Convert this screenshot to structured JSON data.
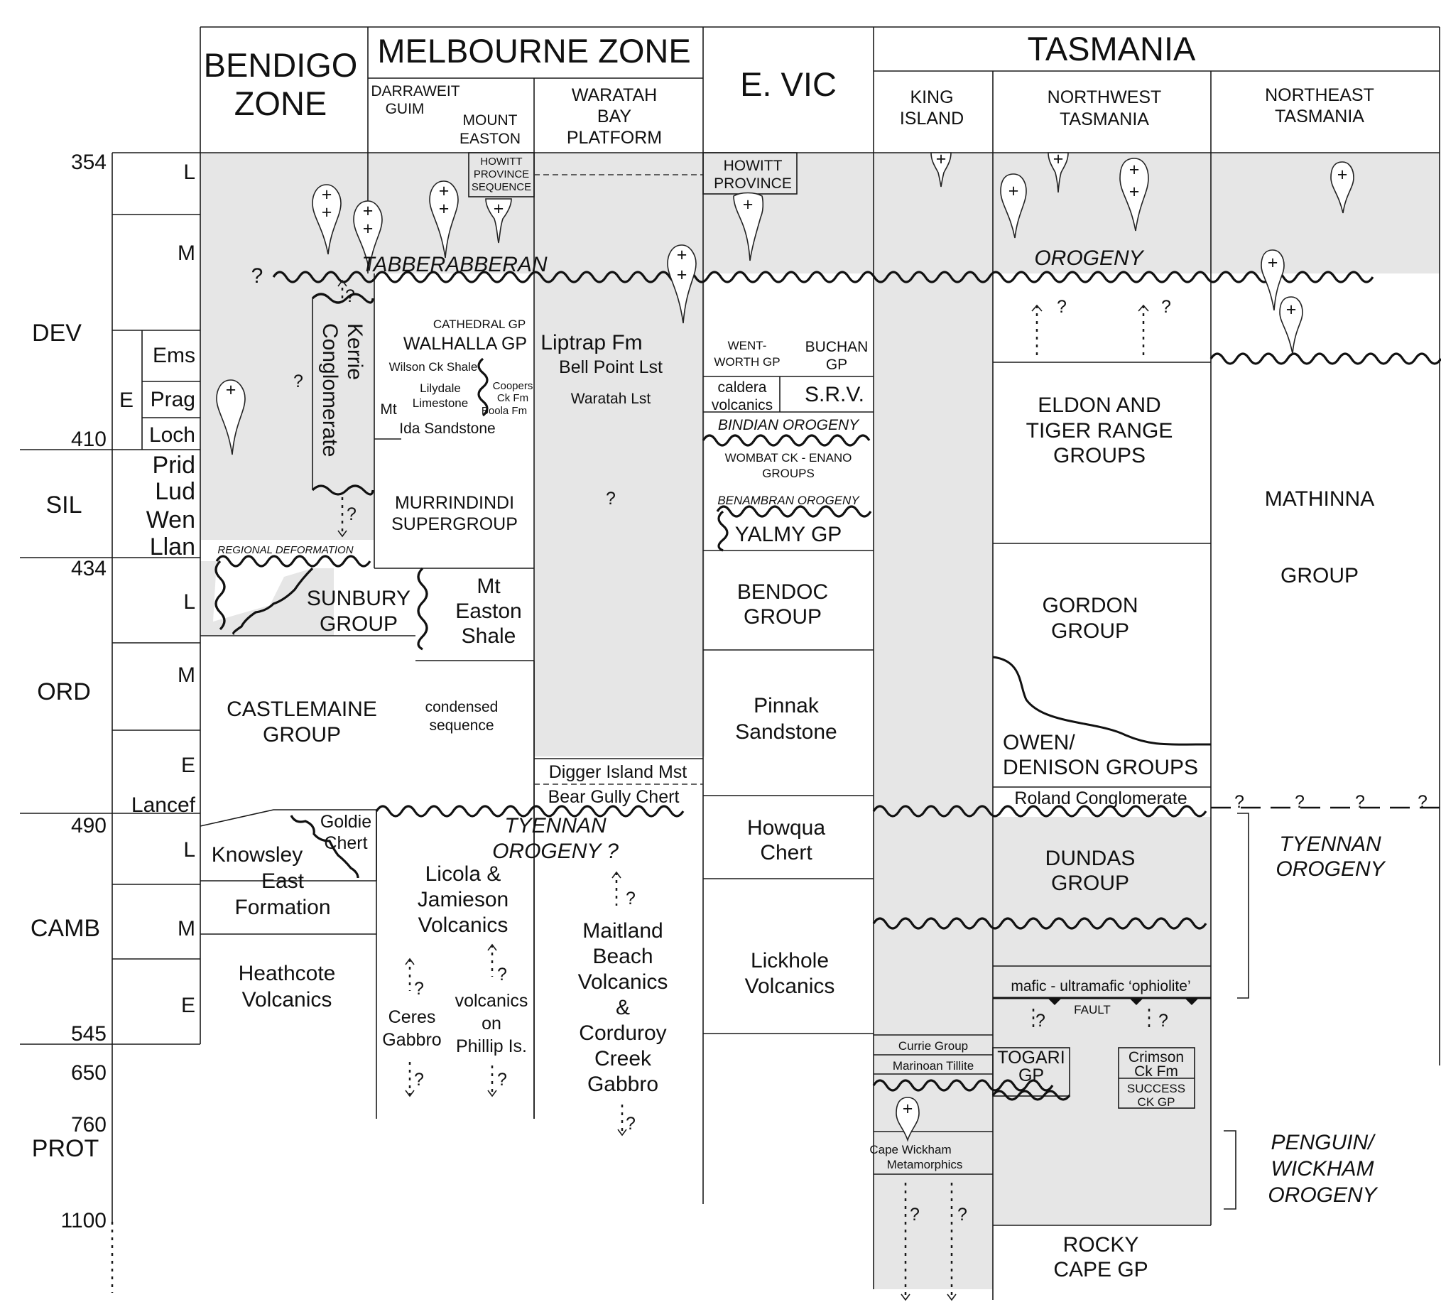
{
  "regions": {
    "bendigo": "BENDIGO ZONE",
    "melbourne": "MELBOURNE ZONE",
    "evic": "E. VIC",
    "tasmania": "TASMANIA"
  },
  "subregions": {
    "darraweit": "DARRAWEIT GUIM",
    "mount_easton": "MOUNT EASTON",
    "waratah": "WARATAH BAY PLATFORM",
    "king_island": "KING ISLAND",
    "nw_tas": "NORTHWEST TASMANIA",
    "ne_tas": "NORTHEAST TASMANIA"
  },
  "time_scale": {
    "ages_ma": [
      "354",
      "410",
      "434",
      "490",
      "545",
      "650",
      "760",
      "1100"
    ],
    "periods": [
      "DEV",
      "SIL",
      "ORD",
      "CAMB",
      "PROT"
    ],
    "epochs": [
      "L",
      "M",
      "E",
      "L",
      "M",
      "E",
      "L",
      "M",
      "E"
    ],
    "stages": [
      "Ems",
      "Prag",
      "Loch",
      "Prid",
      "Lud",
      "Wen",
      "Llan",
      "Lancef"
    ]
  },
  "orogenies": {
    "tabberabberan": "TABBERABBERAN",
    "orogeny": "OROGENY",
    "tyennan_q": "TYENNAN OROGENY ?",
    "tyennan": "TYENNAN OROGENY",
    "penguin": "PENGUIN/ WICKHAM OROGENY",
    "bindian": "BINDIAN OROGENY",
    "benambran": "BENAMBRAN OROGENY",
    "regional_def": "REGIONAL DEFORMATION",
    "fault": "FAULT"
  },
  "units": {
    "howitt_seq": "HOWITT PROVINCE SEQUENCE",
    "howitt_prov": "HOWITT PROVINCE",
    "kerrie": "Kerrie Conglomerate",
    "cathedral": "CATHEDRAL GP",
    "walhalla": "WALHALLA GP",
    "wilson": "Wilson Ck Shale",
    "lilydale": "Lilydale Limestone",
    "coopers": "Coopers Ck Fm",
    "boola": "Boola Fm",
    "mt_ida": "Mt Ida Sandstone",
    "liptrap": "Liptrap Fm",
    "bell_point": "Bell Point Lst",
    "waratah_lst": "Waratah Lst",
    "wentworth": "WENT- WORTH GP",
    "buchan": "BUCHAN GP",
    "caldera": "caldera volcanics",
    "srv": "S.R.V.",
    "wombat": "WOMBAT CK - ENANO GROUPS",
    "yalmy": "YALMY GP",
    "bendoc": "BENDOC GROUP",
    "pinnak": "Pinnak Sandstone",
    "howqua": "Howqua Chert",
    "lickhole": "Lickhole Volcanics",
    "murrindindi": "MURRINDINDI SUPERGROUP",
    "sunbury": "SUNBURY GROUP",
    "mt_easton_shale": "Mt Easton Shale",
    "castlemaine": "CASTLEMAINE GROUP",
    "condensed": "condensed sequence",
    "digger": "Digger Island Mst",
    "bear_gully": "Bear Gully Chert",
    "knowsley": "Knowsley East Formation",
    "goldie": "Goldie Chert",
    "heathcote": "Heathcote Volcanics",
    "licola": "Licola & Jamieson Volcanics",
    "ceres": "Ceres Gabbro",
    "phillip": "volcanics on Phillip Is.",
    "maitland": "Maitland Beach Volcanics & Corduroy Creek Gabbro",
    "eldon": "ELDON AND TIGER RANGE GROUPS",
    "gordon": "GORDON GROUP",
    "owen": "OWEN/ DENISON GROUPS",
    "roland": "Roland Conglomerate",
    "dundas": "DUNDAS GROUP",
    "ophiolite": "mafic - ultramafic ‘ophiolite’",
    "togari": "TOGARI GP",
    "crimson": "Crimson Ck Fm",
    "success": "SUCCESS CK GP",
    "currie": "Currie Group",
    "marinoan": "Marinoan Tillite",
    "cape_wickham": "Cape Wickham Metamorphics",
    "rocky_cape": "ROCKY CAPE GP",
    "mathinna": "MATHINNA GROUP"
  },
  "symbols": {
    "uncertain": "?",
    "granite": "+"
  }
}
